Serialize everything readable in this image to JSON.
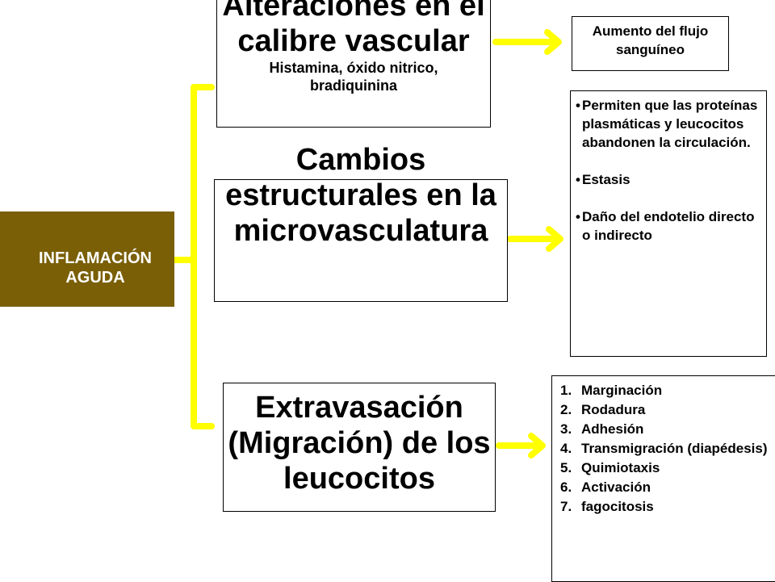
{
  "diagram": {
    "root_label": "INFLAMACIÓN AGUDA",
    "branches": [
      {
        "title": "Alteraciones en el calibre vascular",
        "subtitle": "Histamina, óxido nitrico, bradiquinina",
        "detail": {
          "text": "Aumento del flujo sanguíneo"
        }
      },
      {
        "title": "Cambios estructurales en la microvasculatura",
        "detail": {
          "bullets": [
            "Permiten que las proteínas plasmáticas y leucocitos abandonen la circulación.",
            "Estasis",
            "Daño del endotelio directo o indirecto"
          ]
        }
      },
      {
        "title": "Extravasación (Migración) de los leucocitos",
        "detail": {
          "steps": [
            {
              "num": "1.",
              "text": "Marginación"
            },
            {
              "num": "2.",
              "text": "Rodadura"
            },
            {
              "num": "3.",
              "text": "Adhesión"
            },
            {
              "num": "4.",
              "text": "Transmigración (diapédesis)"
            },
            {
              "num": "5.",
              "text": "Quimiotaxis"
            },
            {
              "num": "6.",
              "text": "Activación"
            },
            {
              "num": "7.",
              "text": "fagocitosis"
            }
          ]
        }
      }
    ]
  },
  "colors": {
    "root_fill": "#7a5f07",
    "connector": "#ffff00"
  }
}
